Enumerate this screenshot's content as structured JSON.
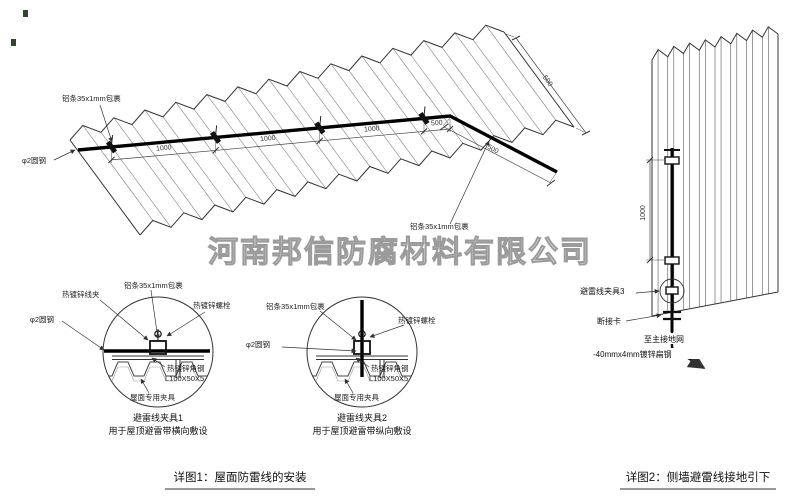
{
  "watermark": "河南邦信防腐材料有限公司",
  "colors": {
    "red": "#cc2222",
    "watermark": "#9b9b9b",
    "line": "#333333"
  },
  "roof": {
    "label_aluminum_top": "铝条35x1mm包裹",
    "label_aluminum_right": "铝条35x1mm包裹",
    "label_round_steel": "φ2圆钢",
    "dims": [
      "1000",
      "1000",
      "1000",
      "500"
    ],
    "dim_slope": "500",
    "dim_edge": "500"
  },
  "detail1": {
    "label_wire_clip": "热镀锌线夹",
    "label_aluminum": "铝条35x1mm包裹",
    "label_bolt": "热镀锌螺栓",
    "label_round_steel": "φ2圆钢",
    "label_angle_steel": "热镀锌角钢",
    "label_angle_spec": "L100X50X5",
    "label_roof_clamp": "屋面专用夹具",
    "title": "避雷线夹具1",
    "subtitle": "用于屋顶避雷带横向敷设"
  },
  "detail2": {
    "label_aluminum": "铝条35x1mm包裹",
    "label_bolt": "热镀锌螺栓",
    "label_round_steel": "φ2圆钢",
    "label_angle_steel": "热镀锌角钢",
    "label_angle_spec": "L100X50X5",
    "label_roof_clamp": "屋面专用夹具",
    "title": "避雷线夹具2",
    "subtitle": "用于屋顶避雷带纵向敷设"
  },
  "wall": {
    "dim": "1000",
    "label_clamp": "避雷线夹具3",
    "label_disconnect": "断接卡",
    "label_to_ground": "至主接地网",
    "label_flat_steel": "-40mmx4mm镀锌扁钢"
  },
  "captions": {
    "detail1": "详图1：屋面防雷线的安装",
    "detail2": "详图2：侧墙避雷线接地引下"
  }
}
